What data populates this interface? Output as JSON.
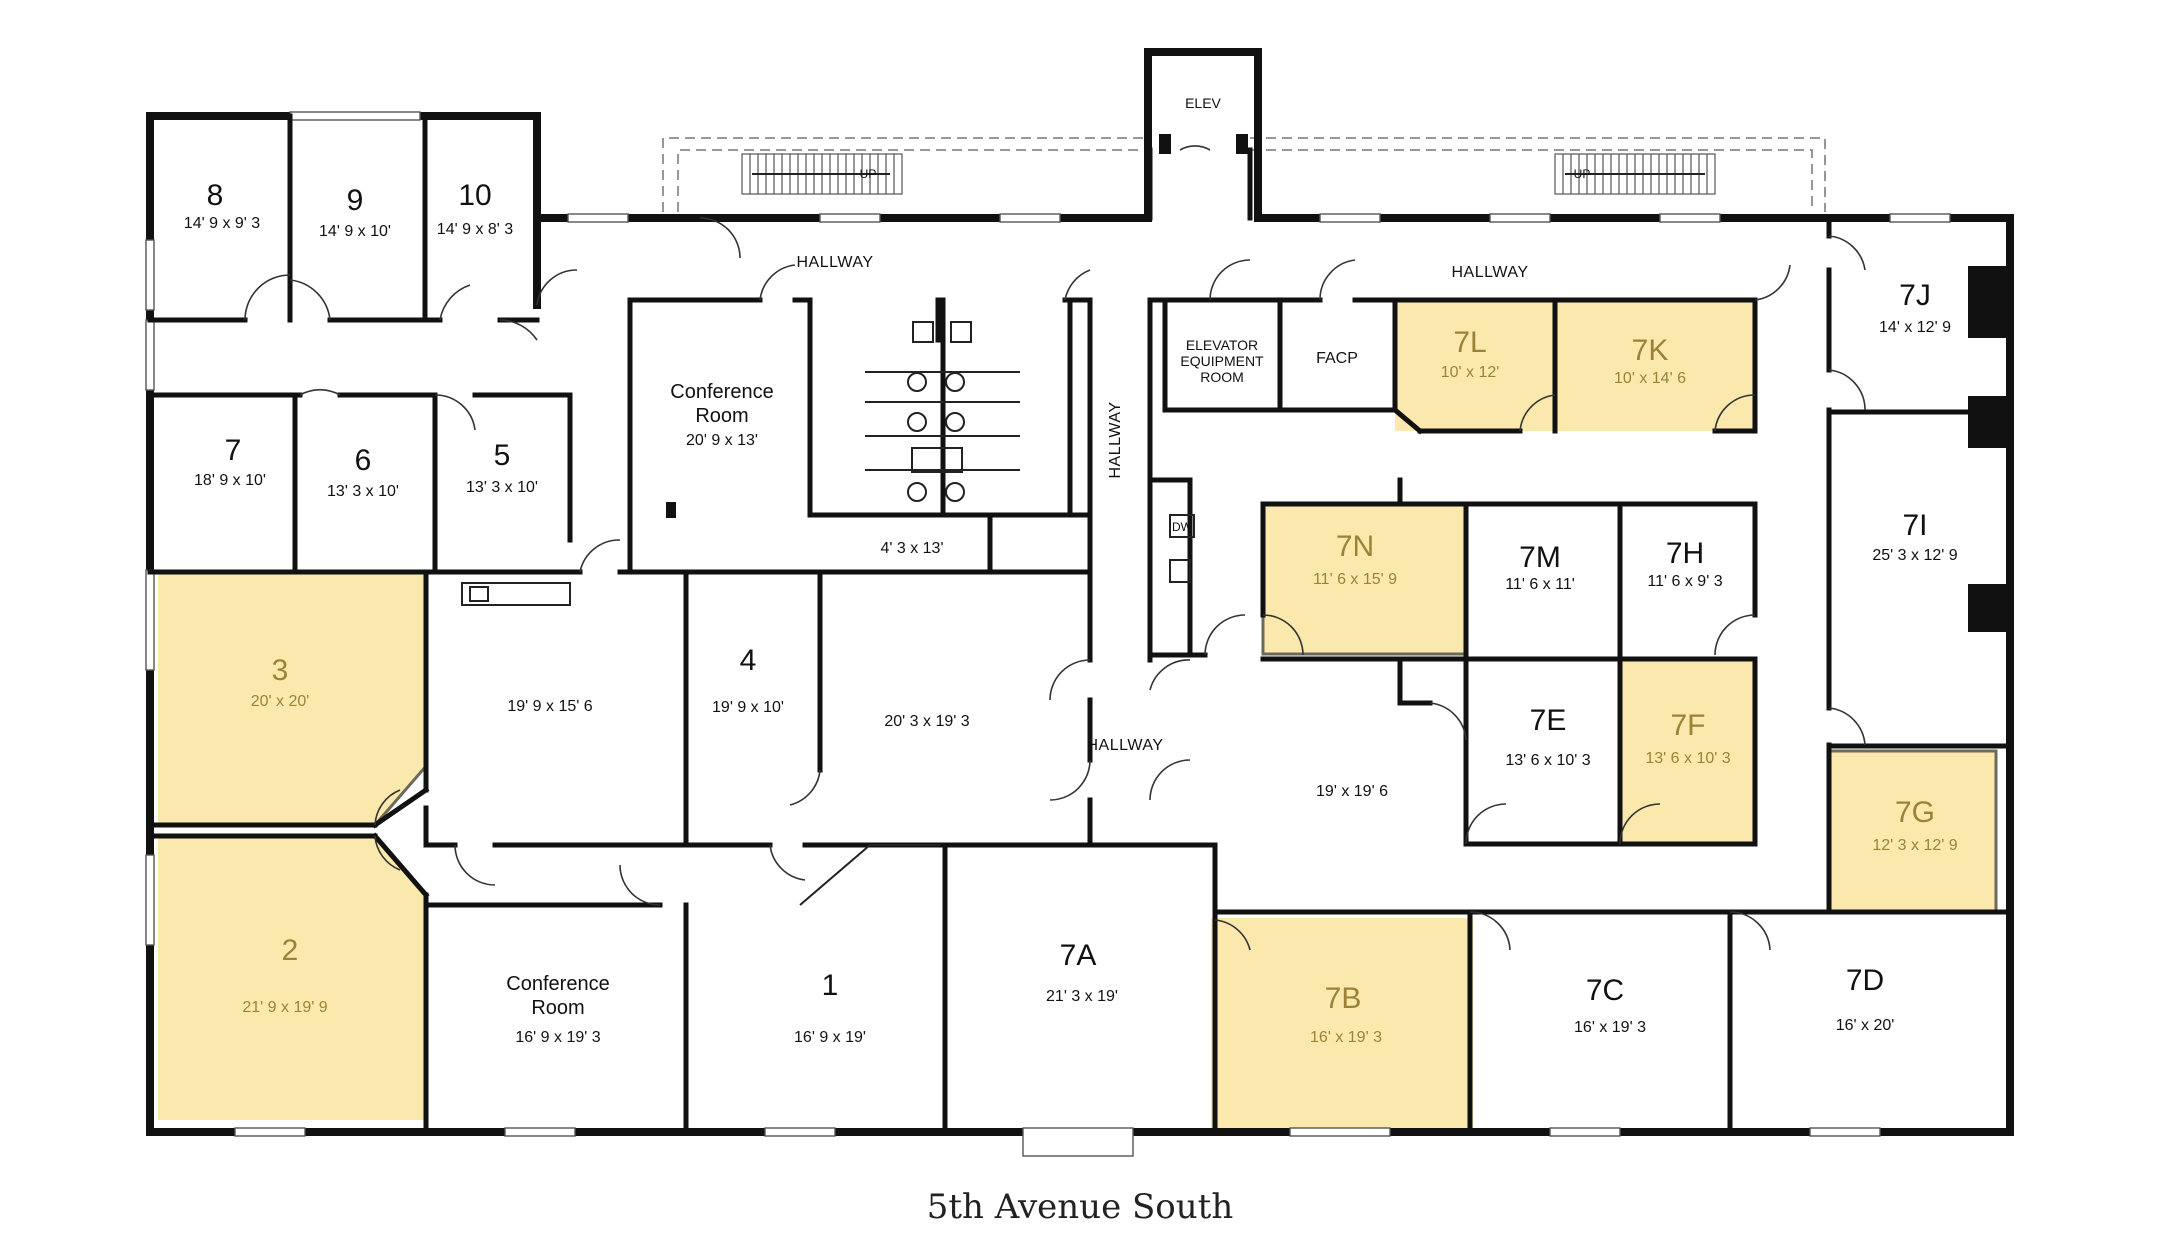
{
  "highlight_color": "#fbe8ad",
  "street_label": "5th Avenue South",
  "labels": {
    "elev": "ELEV",
    "hallway_top_left": "HALLWAY",
    "hallway_top_right": "HALLWAY",
    "hallway_vertical": "HALLWAY",
    "hallway_center": "HALLWAY",
    "elevator_equipment": [
      "ELEVATOR",
      "EQUIPMENT",
      "ROOM"
    ],
    "facp": "FACP",
    "dw": "DW",
    "stair_up": "UP"
  },
  "rooms": {
    "r8": {
      "num": "8",
      "dim": "14' 9 x 9' 3"
    },
    "r9": {
      "num": "9",
      "dim": "14' 9 x 10'"
    },
    "r10": {
      "num": "10",
      "dim": "14' 9 x 8' 3"
    },
    "r7": {
      "num": "7",
      "dim": "18' 9 x 10'"
    },
    "r6": {
      "num": "6",
      "dim": "13' 3 x 10'"
    },
    "r5": {
      "num": "5",
      "dim": "13' 3 x 10'"
    },
    "conf_top": {
      "name1": "Conference",
      "name2": "Room",
      "dim": "20' 9 x 13'"
    },
    "closet": {
      "dim": "4' 3 x 13'"
    },
    "r3": {
      "num": "3",
      "dim": "20' x 20'"
    },
    "r2": {
      "num": "2",
      "dim": "21' 9 x 19' 9"
    },
    "open_a": {
      "dim": "19' 9 x 15' 6"
    },
    "r4": {
      "num": "4",
      "dim": "19' 9 x 10'"
    },
    "open_b": {
      "dim": "20' 3 x 19' 3"
    },
    "conf_bottom": {
      "name1": "Conference",
      "name2": "Room",
      "dim": "16' 9 x 19' 3"
    },
    "r1": {
      "num": "1",
      "dim": "16' 9 x 19'"
    },
    "r7A": {
      "num": "7A",
      "dim": "21' 3 x 19'"
    },
    "r7B": {
      "num": "7B",
      "dim": "16' x 19' 3"
    },
    "r7C": {
      "num": "7C",
      "dim": "16' x 19' 3"
    },
    "r7D": {
      "num": "7D",
      "dim": "16' x 20'"
    },
    "r7E": {
      "num": "7E",
      "dim": "13' 6 x 10' 3"
    },
    "r7F": {
      "num": "7F",
      "dim": "13' 6 x 10' 3"
    },
    "r7G": {
      "num": "7G",
      "dim": "12' 3 x 12' 9"
    },
    "r7H": {
      "num": "7H",
      "dim": "11' 6 x 9' 3"
    },
    "r7I": {
      "num": "7I",
      "dim": "25' 3 x 12' 9"
    },
    "r7J": {
      "num": "7J",
      "dim": "14' x 12' 9"
    },
    "r7K": {
      "num": "7K",
      "dim": "10' x 14' 6"
    },
    "r7L": {
      "num": "7L",
      "dim": "10' x 12'"
    },
    "r7M": {
      "num": "7M",
      "dim": "11' 6 x 11'"
    },
    "r7N": {
      "num": "7N",
      "dim": "11' 6 x 15' 9"
    },
    "open_c": {
      "dim": "19' x 19' 6"
    }
  }
}
